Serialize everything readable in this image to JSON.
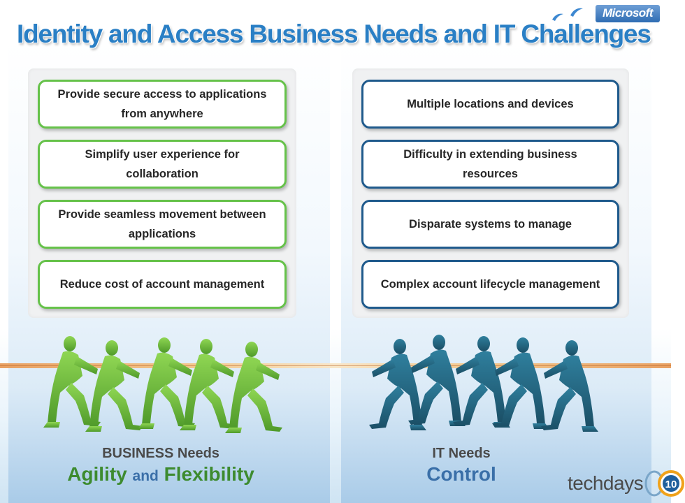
{
  "title": "Identity and Access Business Needs and IT Challenges",
  "logo": {
    "label": "Microsoft"
  },
  "business_needs": [
    "Provide secure access to applications from anywhere",
    "Simplify user experience for collaboration",
    "Provide seamless movement between applications",
    "Reduce cost of account management"
  ],
  "it_challenges": [
    "Multiple locations and devices",
    "Difficulty in extending business resources",
    "Disparate systems to manage",
    "Complex account lifecycle management"
  ],
  "captions": {
    "business": {
      "line1": "BUSINESS Needs",
      "word1": "Agility",
      "joiner": "and",
      "word2": "Flexibility"
    },
    "it": {
      "line1": "IT Needs",
      "line2": "Control"
    }
  },
  "event_logo": {
    "text": "techdays",
    "number": "10"
  },
  "colors": {
    "title": "#2a7fc5",
    "business_border": "#66c24a",
    "it_border": "#1f5a8c",
    "business_figures": "#6dbf3c",
    "it_figures": "#246b86",
    "rope": "#e8a062"
  }
}
